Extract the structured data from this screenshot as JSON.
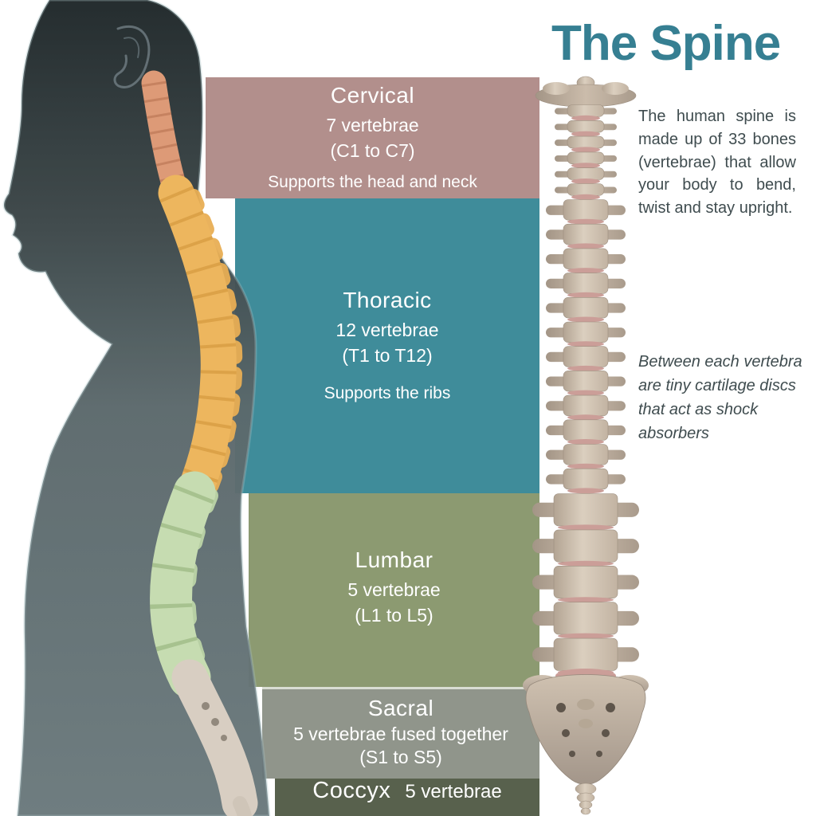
{
  "title": "The Spine",
  "intro": "The human spine is made up of 33 bones (vertebrae) that allow your body to bend, twist and stay upright.",
  "note": "Between each vertebra are tiny cartilage discs that act as shock absorbers",
  "sections": [
    {
      "name": "Cervical",
      "count": "7 vertebrae",
      "range": "(C1 to C7)",
      "desc": "Supports the head and neck",
      "color": "#b28f8c"
    },
    {
      "name": "Thoracic",
      "count": "12 vertebrae",
      "range": "(T1 to T12)",
      "desc": "Supports the ribs",
      "color": "#3f8c9a"
    },
    {
      "name": "Lumbar",
      "count": "5 vertebrae",
      "range": "(L1 to L5)",
      "desc": "",
      "color": "#8c9a71"
    },
    {
      "name": "Sacral",
      "count": "5 vertebrae fused together",
      "range": "(S1 to S5)",
      "desc": "",
      "color": "#90958b"
    },
    {
      "name": "Coccyx",
      "count": "5 vertebrae",
      "range": "",
      "desc": "",
      "color": "#58614d"
    }
  ],
  "colors": {
    "accent": "#367f92",
    "body_text": "#3f4c4f",
    "band_text": "#ffffff"
  },
  "illustrations": {
    "left": "human-side-silhouette-with-highlighted-spine",
    "right": "spine-3d-front-view-model"
  }
}
